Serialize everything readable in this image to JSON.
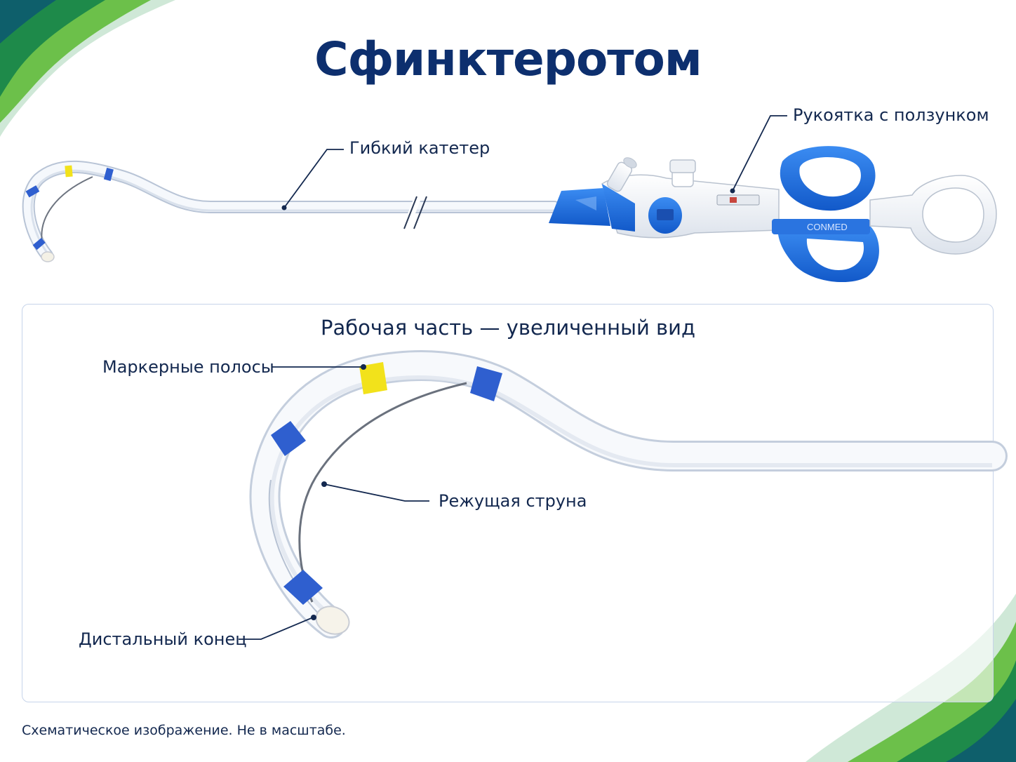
{
  "title": "Сфинктеротом",
  "labels": {
    "catheter": "Гибкий катетер",
    "handle": "Рукоятка с ползунком",
    "markers": "Маркерные полосы",
    "wire": "Режущая струна",
    "tip": "Дистальный конец"
  },
  "panel": {
    "title": "Рабочая часть — увеличенный вид"
  },
  "brand": "CONMED",
  "footnote": "Схематическое изображение. Не в масштабе.",
  "colors": {
    "title": "#0d2f6e",
    "accent_blue": "#1f6fe0",
    "marker_yellow": "#f2e21b",
    "marker_blue": "#2f5fcf",
    "green": "#3fae3a",
    "teal": "#0e6e7a"
  }
}
